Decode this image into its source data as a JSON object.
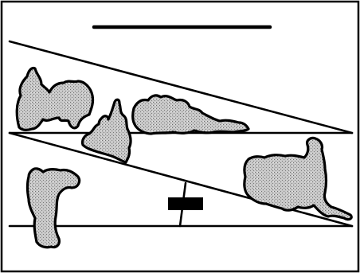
{
  "colors": {
    "ink": "#000000",
    "paper": "#ffffff",
    "fill_gray": "#b7b7b7"
  },
  "figure": {
    "shapes": [
      "top-bar",
      "upper-wedge-lines",
      "lower-wedge-lines",
      "center-tick",
      "gray-stippled-blobs"
    ]
  }
}
